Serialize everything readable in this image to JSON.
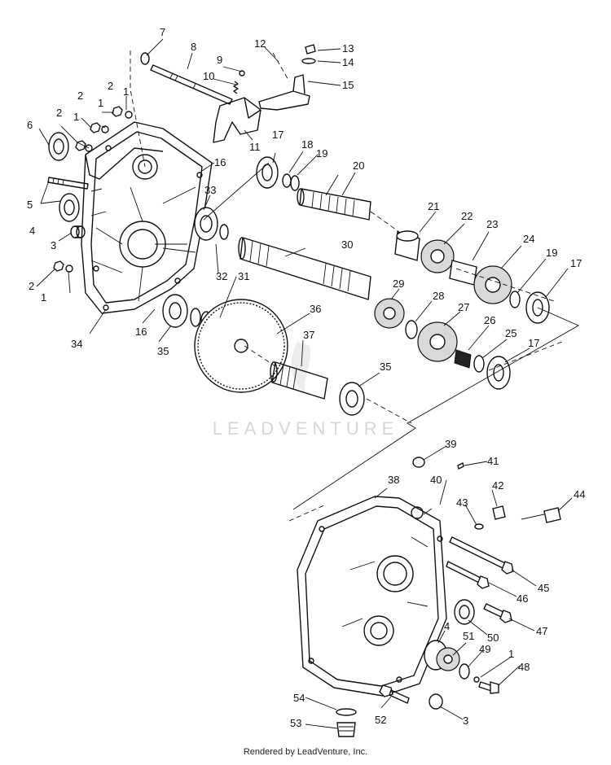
{
  "watermark": "LEADVENTURE",
  "footer": "Rendered by LeadVenture, Inc.",
  "callouts": [
    {
      "id": "c7",
      "label": "7"
    },
    {
      "id": "c8",
      "label": "8"
    },
    {
      "id": "c9",
      "label": "9"
    },
    {
      "id": "c10",
      "label": "10"
    },
    {
      "id": "c11",
      "label": "11"
    },
    {
      "id": "c12",
      "label": "12"
    },
    {
      "id": "c13",
      "label": "13"
    },
    {
      "id": "c14",
      "label": "14"
    },
    {
      "id": "c15",
      "label": "15"
    },
    {
      "id": "c2a",
      "label": "2"
    },
    {
      "id": "c1a",
      "label": "1"
    },
    {
      "id": "c2b",
      "label": "2"
    },
    {
      "id": "c1b",
      "label": "1"
    },
    {
      "id": "c2c",
      "label": "2"
    },
    {
      "id": "c1c",
      "label": "1"
    },
    {
      "id": "c6",
      "label": "6"
    },
    {
      "id": "c16a",
      "label": "16"
    },
    {
      "id": "c17a",
      "label": "17"
    },
    {
      "id": "c18",
      "label": "18"
    },
    {
      "id": "c19a",
      "label": "19"
    },
    {
      "id": "c20",
      "label": "20"
    },
    {
      "id": "c5",
      "label": "5"
    },
    {
      "id": "c33",
      "label": "33"
    },
    {
      "id": "c4a",
      "label": "4"
    },
    {
      "id": "c3a",
      "label": "3"
    },
    {
      "id": "c21",
      "label": "21"
    },
    {
      "id": "c22",
      "label": "22"
    },
    {
      "id": "c23",
      "label": "23"
    },
    {
      "id": "c24",
      "label": "24"
    },
    {
      "id": "c30",
      "label": "30"
    },
    {
      "id": "c19b",
      "label": "19"
    },
    {
      "id": "c17b",
      "label": "17"
    },
    {
      "id": "c2d",
      "label": "2"
    },
    {
      "id": "c1d",
      "label": "1"
    },
    {
      "id": "c32",
      "label": "32"
    },
    {
      "id": "c31",
      "label": "31"
    },
    {
      "id": "c29",
      "label": "29"
    },
    {
      "id": "c28",
      "label": "28"
    },
    {
      "id": "c27",
      "label": "27"
    },
    {
      "id": "c34",
      "label": "34"
    },
    {
      "id": "c16b",
      "label": "16"
    },
    {
      "id": "c36",
      "label": "36"
    },
    {
      "id": "c26",
      "label": "26"
    },
    {
      "id": "c25",
      "label": "25"
    },
    {
      "id": "c17c",
      "label": "17"
    },
    {
      "id": "c35a",
      "label": "35"
    },
    {
      "id": "c37",
      "label": "37"
    },
    {
      "id": "c35b",
      "label": "35"
    },
    {
      "id": "c39",
      "label": "39"
    },
    {
      "id": "c41",
      "label": "41"
    },
    {
      "id": "c38",
      "label": "38"
    },
    {
      "id": "c40",
      "label": "40"
    },
    {
      "id": "c42",
      "label": "42"
    },
    {
      "id": "c43",
      "label": "43"
    },
    {
      "id": "c44",
      "label": "44"
    },
    {
      "id": "c45",
      "label": "45"
    },
    {
      "id": "c46",
      "label": "46"
    },
    {
      "id": "c47",
      "label": "47"
    },
    {
      "id": "c50",
      "label": "50"
    },
    {
      "id": "c4b",
      "label": "4"
    },
    {
      "id": "c51",
      "label": "51"
    },
    {
      "id": "c49",
      "label": "49"
    },
    {
      "id": "c1e",
      "label": "1"
    },
    {
      "id": "c48",
      "label": "48"
    },
    {
      "id": "c54",
      "label": "54"
    },
    {
      "id": "c52",
      "label": "52"
    },
    {
      "id": "c3b",
      "label": "3"
    },
    {
      "id": "c53",
      "label": "53"
    }
  ]
}
